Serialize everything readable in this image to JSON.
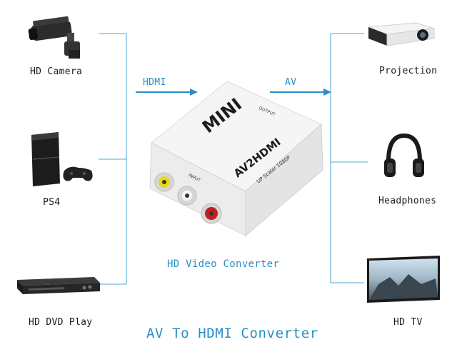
{
  "inputs": [
    {
      "id": "hd-camera",
      "label": "HD Camera",
      "icon": "cctv-camera-icon"
    },
    {
      "id": "ps4",
      "label": "PS4",
      "icon": "game-console-icon"
    },
    {
      "id": "dvd",
      "label": "HD DVD Play",
      "icon": "dvd-player-icon"
    }
  ],
  "outputs": [
    {
      "id": "projection",
      "label": "Projection",
      "icon": "projector-icon"
    },
    {
      "id": "headphones",
      "label": "Headphones",
      "icon": "headphones-icon"
    },
    {
      "id": "hdtv",
      "label": "HD TV",
      "icon": "television-icon"
    }
  ],
  "arrows": {
    "input_label": "HDMI",
    "output_label": "AV"
  },
  "device": {
    "brand": "MINI",
    "model": "AV2HDMI",
    "subtitle": "UP Scaler 1080P",
    "input_port_label": "INPUT",
    "output_port_label": "OUTPUT",
    "caption": "HD Video Converter"
  },
  "footer_title": "AV To HDMI Converter",
  "colors": {
    "accent": "#2a8ec8",
    "line": "#6fb6dd",
    "device_body": "#f4f4f4"
  }
}
